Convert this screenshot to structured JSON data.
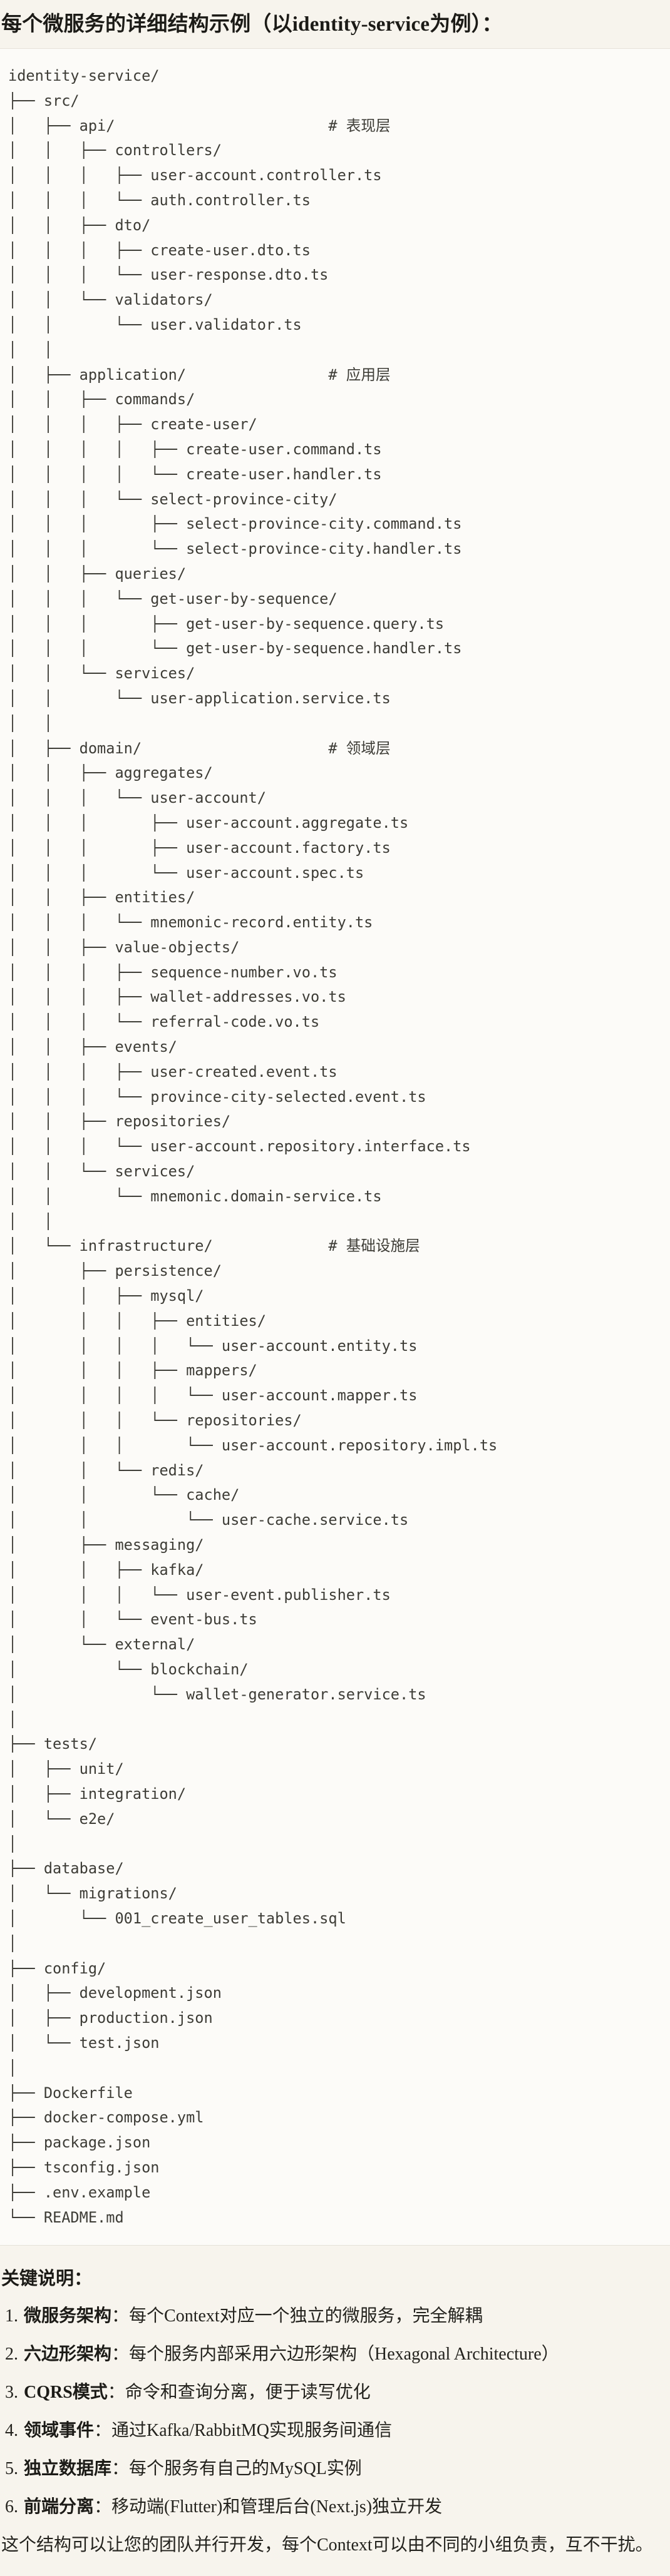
{
  "title": "每个微服务的详细结构示例（以identity-service为例）：",
  "code_block": {
    "tree_lines": [
      "identity-service/",
      "├── src/",
      "│   ├── api/                        # 表现层",
      "│   │   ├── controllers/",
      "│   │   │   ├── user-account.controller.ts",
      "│   │   │   └── auth.controller.ts",
      "│   │   ├── dto/",
      "│   │   │   ├── create-user.dto.ts",
      "│   │   │   └── user-response.dto.ts",
      "│   │   └── validators/",
      "│   │       └── user.validator.ts",
      "│   │",
      "│   ├── application/                # 应用层",
      "│   │   ├── commands/",
      "│   │   │   ├── create-user/",
      "│   │   │   │   ├── create-user.command.ts",
      "│   │   │   │   └── create-user.handler.ts",
      "│   │   │   └── select-province-city/",
      "│   │   │       ├── select-province-city.command.ts",
      "│   │   │       └── select-province-city.handler.ts",
      "│   │   ├── queries/",
      "│   │   │   └── get-user-by-sequence/",
      "│   │   │       ├── get-user-by-sequence.query.ts",
      "│   │   │       └── get-user-by-sequence.handler.ts",
      "│   │   └── services/",
      "│   │       └── user-application.service.ts",
      "│   │",
      "│   ├── domain/                     # 领域层",
      "│   │   ├── aggregates/",
      "│   │   │   └── user-account/",
      "│   │   │       ├── user-account.aggregate.ts",
      "│   │   │       ├── user-account.factory.ts",
      "│   │   │       └── user-account.spec.ts",
      "│   │   ├── entities/",
      "│   │   │   └── mnemonic-record.entity.ts",
      "│   │   ├── value-objects/",
      "│   │   │   ├── sequence-number.vo.ts",
      "│   │   │   ├── wallet-addresses.vo.ts",
      "│   │   │   └── referral-code.vo.ts",
      "│   │   ├── events/",
      "│   │   │   ├── user-created.event.ts",
      "│   │   │   └── province-city-selected.event.ts",
      "│   │   ├── repositories/",
      "│   │   │   └── user-account.repository.interface.ts",
      "│   │   └── services/",
      "│   │       └── mnemonic.domain-service.ts",
      "│   │",
      "│   └── infrastructure/             # 基础设施层",
      "│       ├── persistence/",
      "│       │   ├── mysql/",
      "│       │   │   ├── entities/",
      "│       │   │   │   └── user-account.entity.ts",
      "│       │   │   ├── mappers/",
      "│       │   │   │   └── user-account.mapper.ts",
      "│       │   │   └── repositories/",
      "│       │   │       └── user-account.repository.impl.ts",
      "│       │   └── redis/",
      "│       │       └── cache/",
      "│       │           └── user-cache.service.ts",
      "│       ├── messaging/",
      "│       │   ├── kafka/",
      "│       │   │   └── user-event.publisher.ts",
      "│       │   └── event-bus.ts",
      "│       └── external/",
      "│           └── blockchain/",
      "│               └── wallet-generator.service.ts",
      "│",
      "├── tests/",
      "│   ├── unit/",
      "│   ├── integration/",
      "│   └── e2e/",
      "│",
      "├── database/",
      "│   └── migrations/",
      "│       └── 001_create_user_tables.sql",
      "│",
      "├── config/",
      "│   ├── development.json",
      "│   ├── production.json",
      "│   └── test.json",
      "│",
      "├── Dockerfile",
      "├── docker-compose.yml",
      "├── package.json",
      "├── tsconfig.json",
      "├── .env.example",
      "└── README.md"
    ]
  },
  "notes": {
    "heading": "关键说明：",
    "items": [
      {
        "num": "1.",
        "label": "微服务架构",
        "text": "：每个Context对应一个独立的微服务，完全解耦"
      },
      {
        "num": "2.",
        "label": "六边形架构",
        "text": "：每个服务内部采用六边形架构（Hexagonal Architecture）"
      },
      {
        "num": "3.",
        "label": "CQRS模式",
        "text": "：命令和查询分离，便于读写优化"
      },
      {
        "num": "4.",
        "label": "领域事件",
        "text": "：通过Kafka/RabbitMQ实现服务间通信"
      },
      {
        "num": "5.",
        "label": "独立数据库",
        "text": "：每个服务有自己的MySQL实例"
      },
      {
        "num": "6.",
        "label": "前端分离",
        "text": "：移动端(Flutter)和管理后台(Next.js)独立开发"
      }
    ],
    "footer": "这个结构可以让您的团队并行开发，每个Context可以由不同的小组负责，互不干扰。"
  },
  "colors": {
    "page_bg": "#f7f4ed",
    "code_bg": "#fcfbf8",
    "code_border": "#e6e2d9",
    "tree_text": "#3d3c36",
    "body_text": "#23221d",
    "heading_text": "#1c1b17"
  }
}
